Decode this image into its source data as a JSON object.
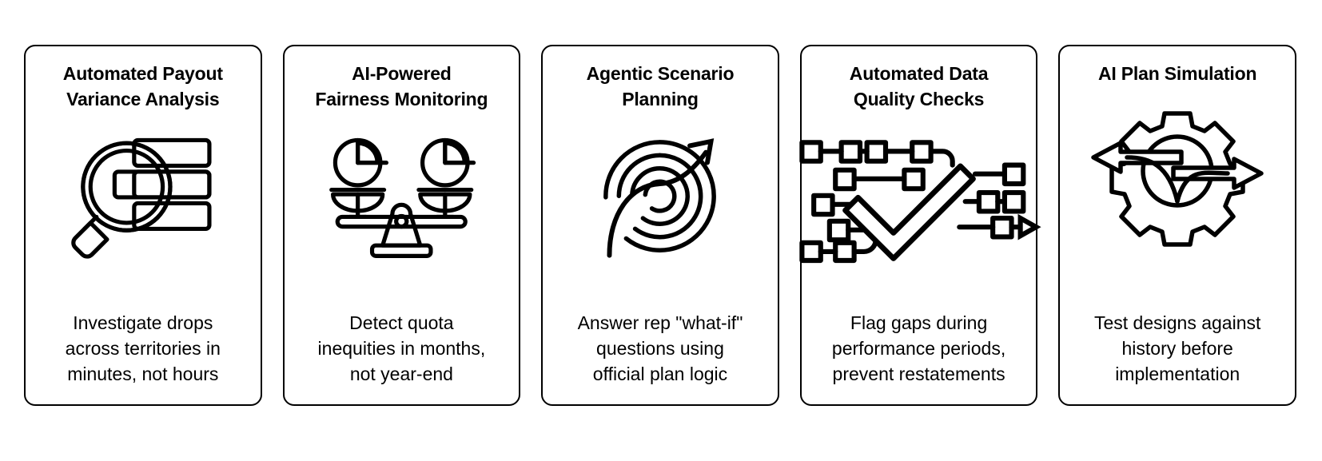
{
  "layout": {
    "background_color": "#ffffff",
    "card_border_color": "#000000",
    "text_color": "#000000",
    "card_count": 5
  },
  "cards": [
    {
      "id": "automated-payout-variance-analysis",
      "title": "Automated Payout Variance Analysis",
      "title_lines": [
        "Automated Payout",
        "Variance Analysis"
      ],
      "icon_name": "magnifier-over-coin-stack-icon",
      "description": "Investigate drops across territories in minutes, not hours",
      "description_lines": [
        "Investigate drops",
        "across territories in",
        "minutes, not hours"
      ]
    },
    {
      "id": "ai-powered-fairness-monitoring",
      "title": "AI-Powered Fairness Monitoring",
      "title_lines": [
        "AI-Powered",
        "Fairness Monitoring"
      ],
      "icon_name": "balance-scale-with-pie-charts-icon",
      "description": "Detect quota inequities in months, not year-end",
      "description_lines": [
        "Detect quota",
        "inequities in months,",
        "not year-end"
      ]
    },
    {
      "id": "agentic-scenario-planning",
      "title": "Agentic Scenario Planning",
      "title_lines": [
        "Agentic Scenario",
        "Planning"
      ],
      "icon_name": "target-rings-with-arrow-icon",
      "description": "Answer rep \"what-if\" questions using official plan logic",
      "description_lines": [
        "Answer rep \"what-if\"",
        "questions using",
        "official plan logic"
      ]
    },
    {
      "id": "automated-data-quality-checks",
      "title": "Automated Data Quality Checks",
      "title_lines": [
        "Automated Data",
        "Quality Checks"
      ],
      "icon_name": "checkmark-over-node-network-icon",
      "description": "Flag gaps during performance periods, prevent restatements",
      "description_lines": [
        "Flag gaps during",
        "performance periods,",
        "prevent restatements"
      ]
    },
    {
      "id": "ai-plan-simulation",
      "title": "AI Plan Simulation",
      "title_lines": [
        "AI Plan Simulation"
      ],
      "icon_name": "gear-with-bidirectional-arrows-icon",
      "description": "Test designs against history before implementation",
      "description_lines": [
        "Test designs against",
        "history before",
        "implementation"
      ]
    }
  ]
}
